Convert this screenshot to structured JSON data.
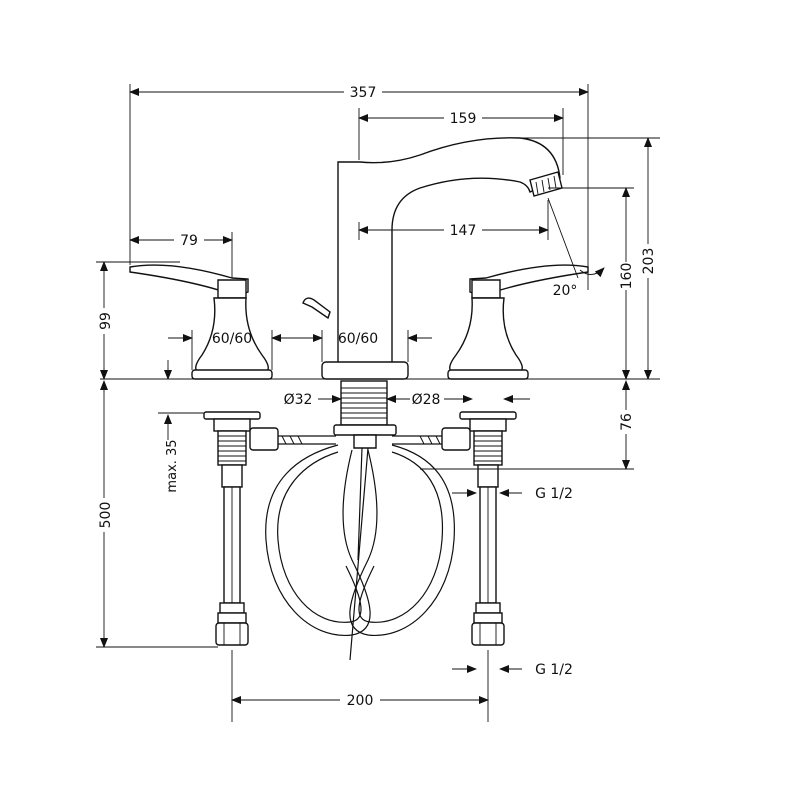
{
  "dimensions": {
    "overall_width": "357",
    "spout_reach": "159",
    "spout_depth": "147",
    "handle_reach": "79",
    "handle_height": "99",
    "spout_outlet_height": "160",
    "total_height": "203",
    "spray_angle": "20°",
    "handle_rosette_left": "60/60",
    "spout_rosette": "60/60",
    "spout_hole_diameter": "Ø32",
    "valve_hole_diameter": "Ø28",
    "max_deck_thickness": "max. 35",
    "shank_length": "76",
    "hose_length": "500",
    "valve_thread": "G 1/2",
    "hose_thread": "G 1/2",
    "center_spacing": "200"
  },
  "colors": {
    "line": "#111111",
    "background": "#ffffff"
  }
}
